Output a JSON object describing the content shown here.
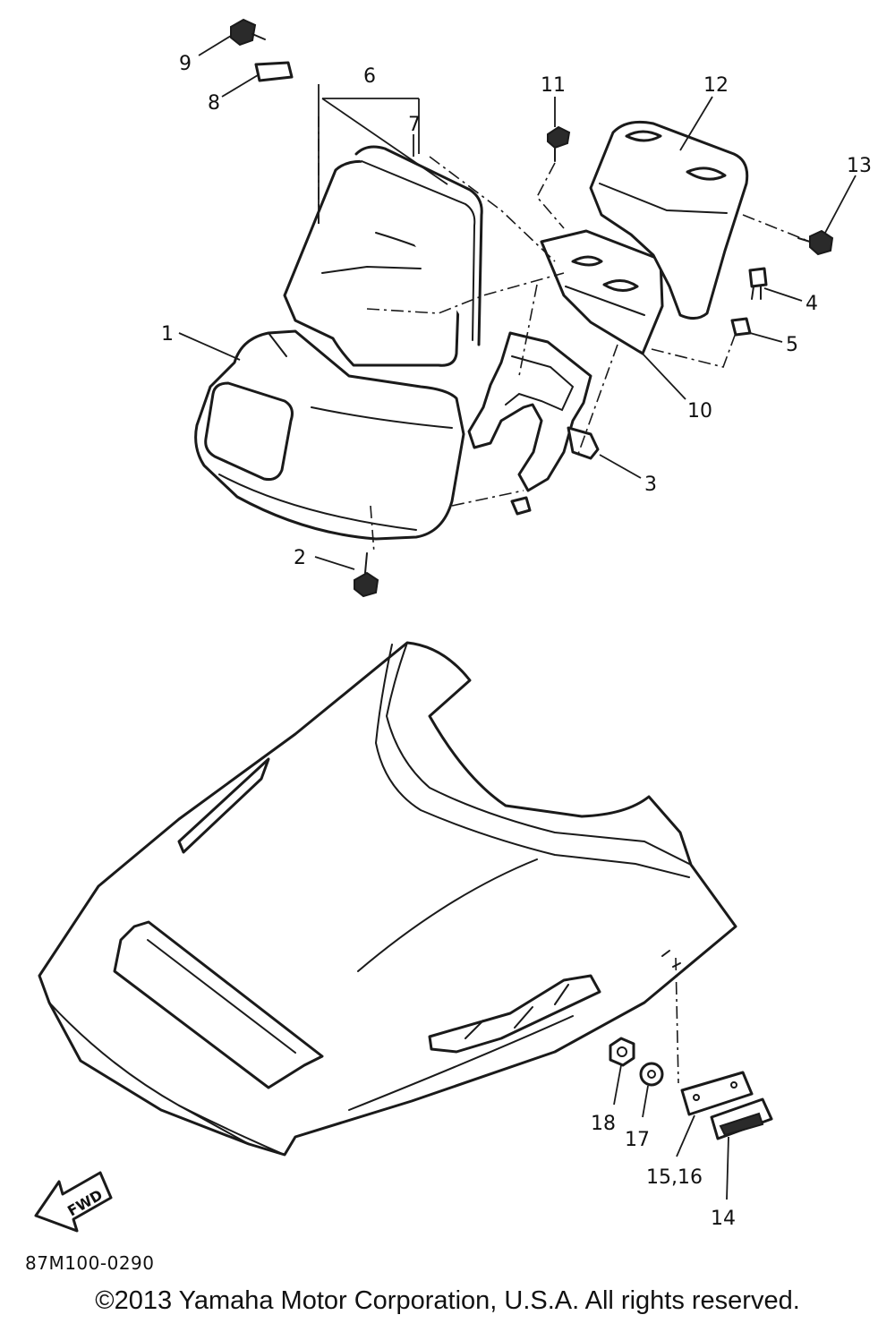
{
  "diagram": {
    "callouts": [
      "1",
      "2",
      "3",
      "4",
      "5",
      "6",
      "7",
      "8",
      "9",
      "10",
      "11",
      "12",
      "13",
      "14",
      "15,16",
      "17",
      "18"
    ],
    "fwd_label": "FWD",
    "ref_code": "87M100-0290"
  },
  "footer": {
    "copyright": "©2013 Yamaha Motor Corporation, U.S.A. All rights reserved."
  }
}
